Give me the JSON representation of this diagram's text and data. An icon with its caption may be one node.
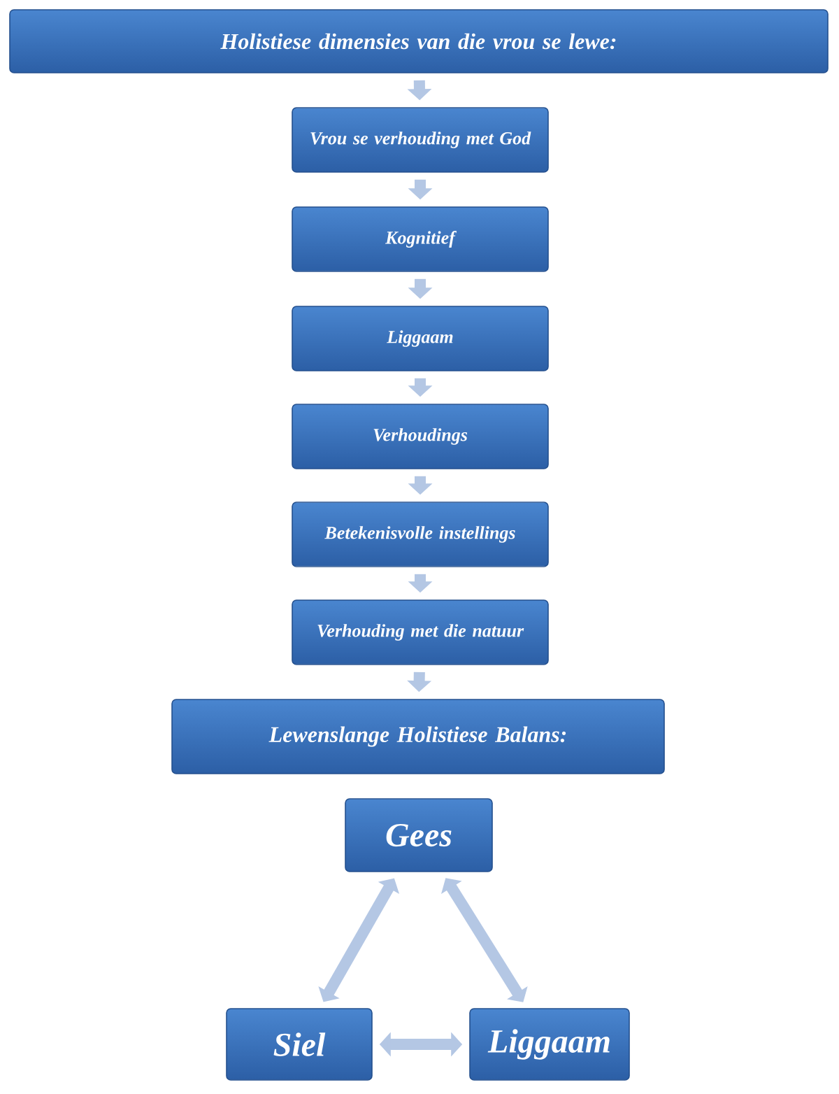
{
  "diagram": {
    "nodes": [
      {
        "text": [
          "Holistiese dimensies van die vrou se lewe:"
        ]
      },
      {
        "text": [
          "Vrou se verhouding met God"
        ]
      },
      {
        "text": [
          "Kognitief"
        ]
      },
      {
        "text": [
          "Liggaam"
        ]
      },
      {
        "text": [
          "Verhoudings"
        ]
      },
      {
        "text": [
          "Betekenisvolle instellings"
        ]
      },
      {
        "text": [
          "Verhouding met die natuur"
        ]
      },
      {
        "text": [
          "Lewenslange Holistiese Balans:"
        ]
      },
      {
        "text": [
          "Gees"
        ]
      },
      {
        "text": [
          "Siel"
        ]
      },
      {
        "text": [
          "Liggaam"
        ]
      }
    ],
    "edges": [
      {
        "from": 0,
        "to": 1,
        "arrow": "to"
      },
      {
        "from": 1,
        "to": 2,
        "arrow": "to"
      },
      {
        "from": 2,
        "to": 3,
        "arrow": "to"
      },
      {
        "from": 3,
        "to": 4,
        "arrow": "to"
      },
      {
        "from": 4,
        "to": 5,
        "arrow": "to"
      },
      {
        "from": 5,
        "to": 6,
        "arrow": "to"
      },
      {
        "from": 6,
        "to": 7,
        "arrow": "to"
      },
      {
        "from": 9,
        "to": 8,
        "arrow": "both"
      },
      {
        "from": 8,
        "to": 10,
        "arrow": "both"
      },
      {
        "from": 9,
        "to": 10,
        "arrow": "both"
      }
    ]
  }
}
